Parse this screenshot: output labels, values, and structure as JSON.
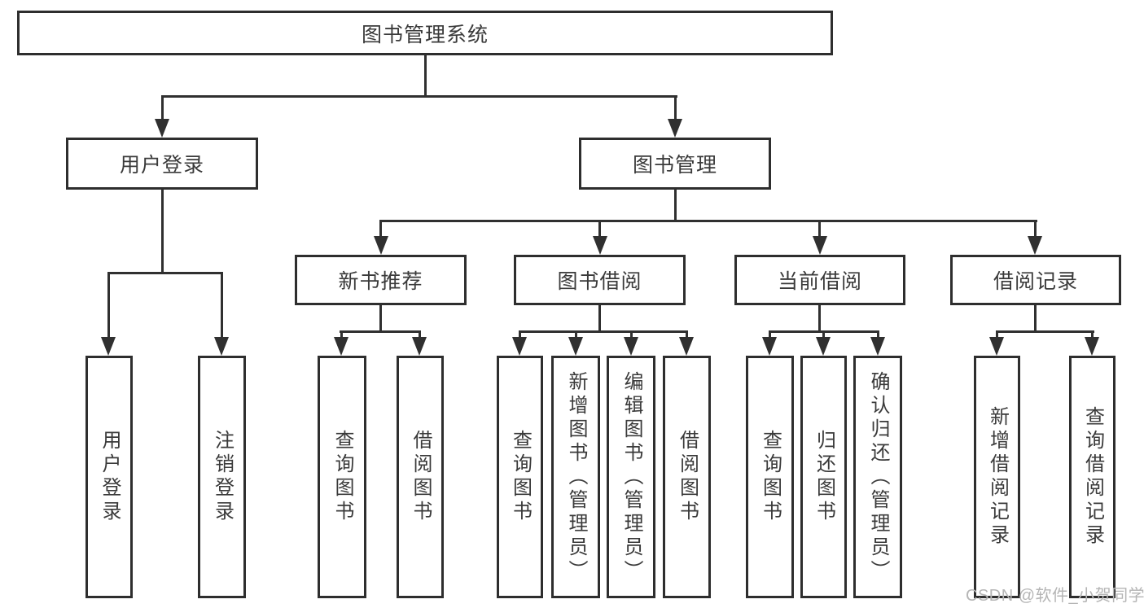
{
  "tree": {
    "root": {
      "label": "图书管理系统"
    },
    "branches": [
      {
        "label": "用户登录",
        "children": [
          {
            "label": "用户登录"
          },
          {
            "label": "注销登录"
          }
        ]
      },
      {
        "label": "图书管理",
        "children": [
          {
            "label": "新书推荐",
            "children": [
              {
                "label": "查询图书"
              },
              {
                "label": "借阅图书"
              }
            ]
          },
          {
            "label": "图书借阅",
            "children": [
              {
                "label": "查询图书"
              },
              {
                "label": "新增图书（管理员）"
              },
              {
                "label": "编辑图书（管理员）"
              },
              {
                "label": "借阅图书"
              }
            ]
          },
          {
            "label": "当前借阅",
            "children": [
              {
                "label": "查询图书"
              },
              {
                "label": "归还图书"
              },
              {
                "label": "确认归还（管理员）"
              }
            ]
          },
          {
            "label": "借阅记录",
            "children": [
              {
                "label": "新增借阅记录"
              },
              {
                "label": "查询借阅记录"
              }
            ]
          }
        ]
      }
    ]
  },
  "watermark": {
    "text": "CSDN @软件_小贺同学",
    "color": "#b5b5b5"
  },
  "colors": {
    "background": "#ffffff",
    "box_border": "#2e2e2e",
    "line": "#303030",
    "text": "#3a3a3a"
  }
}
